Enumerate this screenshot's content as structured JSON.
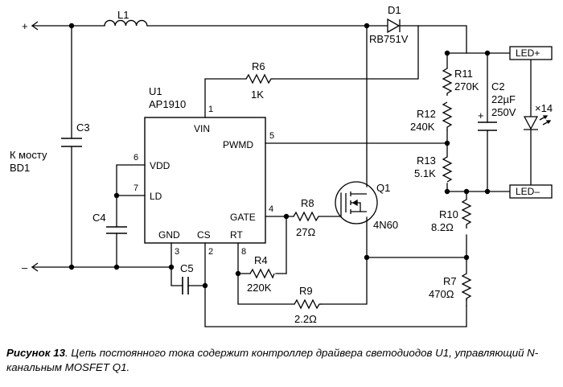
{
  "nets": {
    "plus": "+",
    "minus": "–"
  },
  "input_label": [
    "К мосту",
    "BD1"
  ],
  "ic": {
    "ref": "U1",
    "part": "AP1910",
    "pins": {
      "vin": {
        "name": "VIN",
        "num": "1"
      },
      "pwmd": {
        "name": "PWMD",
        "num": "5"
      },
      "vdd": {
        "name": "VDD",
        "num": "6"
      },
      "ld": {
        "name": "LD",
        "num": "7"
      },
      "gate": {
        "name": "GATE",
        "num": "4"
      },
      "gnd": {
        "name": "GND",
        "num": "3"
      },
      "cs": {
        "name": "CS",
        "num": "2"
      },
      "rt": {
        "name": "RT",
        "num": "8"
      }
    }
  },
  "components": {
    "L1": {
      "ref": "L1"
    },
    "D1": {
      "ref": "D1",
      "value": "RB751V"
    },
    "R6": {
      "ref": "R6",
      "value": "1K"
    },
    "C3": {
      "ref": "C3"
    },
    "C4": {
      "ref": "C4"
    },
    "C5": {
      "ref": "C5"
    },
    "R11": {
      "ref": "R11",
      "value": "270K"
    },
    "R12": {
      "ref": "R12",
      "value": "240K"
    },
    "R13": {
      "ref": "R13",
      "value": "5.1K"
    },
    "C2": {
      "ref": "C2",
      "value": "22µF",
      "voltage": "250V",
      "polarity": "+"
    },
    "R8": {
      "ref": "R8",
      "value": "27Ω"
    },
    "R4": {
      "ref": "R4",
      "value": "220K"
    },
    "R9": {
      "ref": "R9",
      "value": "2.2Ω"
    },
    "R10": {
      "ref": "R10",
      "value": "8.2Ω"
    },
    "R7": {
      "ref": "R7",
      "value": "470Ω"
    },
    "Q1": {
      "ref": "Q1",
      "part": "4N60"
    }
  },
  "led": {
    "plus": "LED+",
    "minus": "LED–",
    "count": "×14"
  },
  "caption": {
    "label": "Рисунок 13",
    "text": ". Цепь постоянного тока содержит контроллер драйвера светодиодов U1, управляющий N-канальным MOSFET Q1."
  }
}
